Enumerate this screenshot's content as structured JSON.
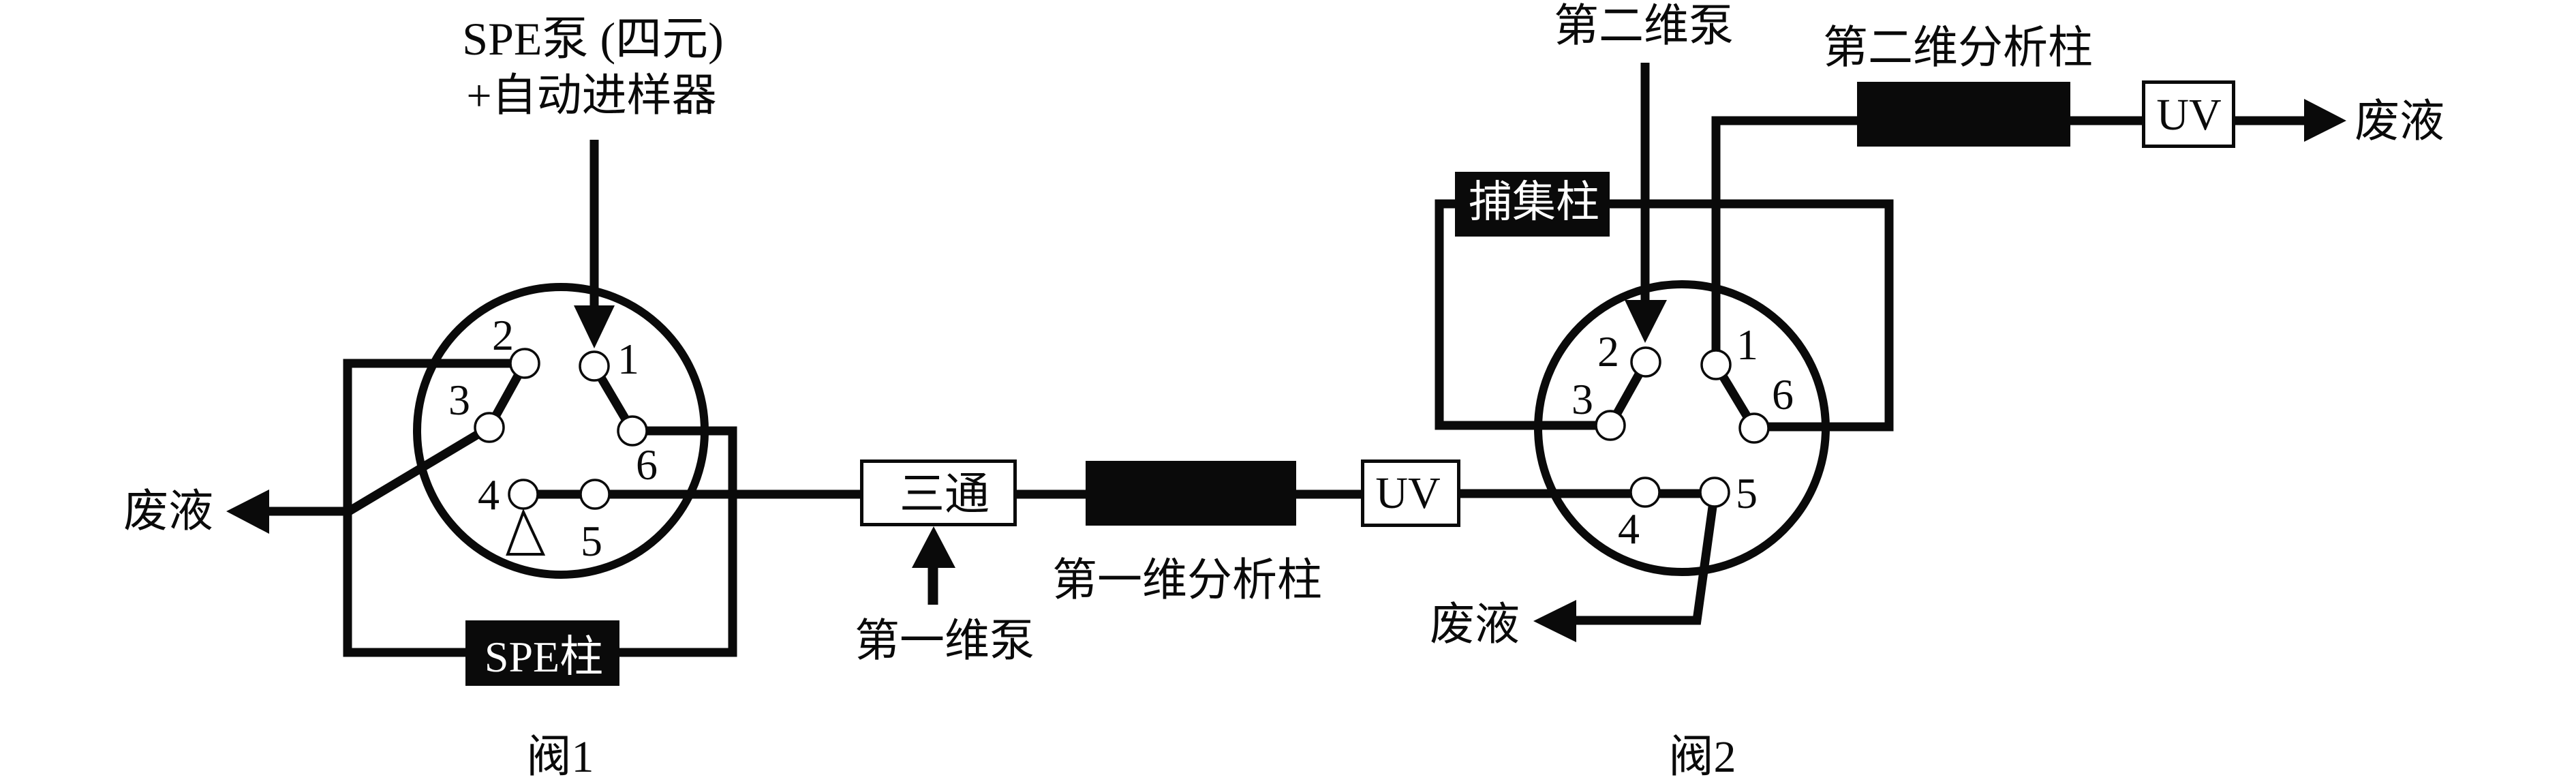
{
  "diagram": {
    "spe_pump": {
      "line1": "SPE泵 (四元)",
      "line2": "+自动进样器"
    },
    "first_dim_pump": "第一维泵",
    "second_dim_pump": "第二维泵",
    "tee": "三通",
    "spe_column": "SPE柱",
    "first_dim_column": "第一维分析柱",
    "second_dim_column": "第二维分析柱",
    "trap_column": "捕集柱",
    "uv_detector_1": "UV",
    "uv_detector_2": "UV",
    "waste_valve1": "废液",
    "waste_valve2": "废液",
    "waste_detector2": "废液",
    "valve1": {
      "label": "阀1",
      "ports": {
        "p1": "1",
        "p2": "2",
        "p3": "3",
        "p4": "4",
        "p5": "5",
        "p6": "6"
      },
      "port_links": [
        [
          "1",
          "6"
        ],
        [
          "2",
          "3"
        ],
        [
          "4",
          "5"
        ]
      ]
    },
    "valve2": {
      "label": "阀2",
      "ports": {
        "p1": "1",
        "p2": "2",
        "p3": "3",
        "p4": "4",
        "p5": "5",
        "p6": "6"
      },
      "port_links": [
        [
          "1",
          "6"
        ],
        [
          "2",
          "3"
        ],
        [
          "4",
          "5"
        ]
      ]
    }
  },
  "colors": {
    "line": "#0a0a0a",
    "background": "#ffffff",
    "column_fill": "#0a0a0a",
    "column_text": "#ffffff"
  }
}
